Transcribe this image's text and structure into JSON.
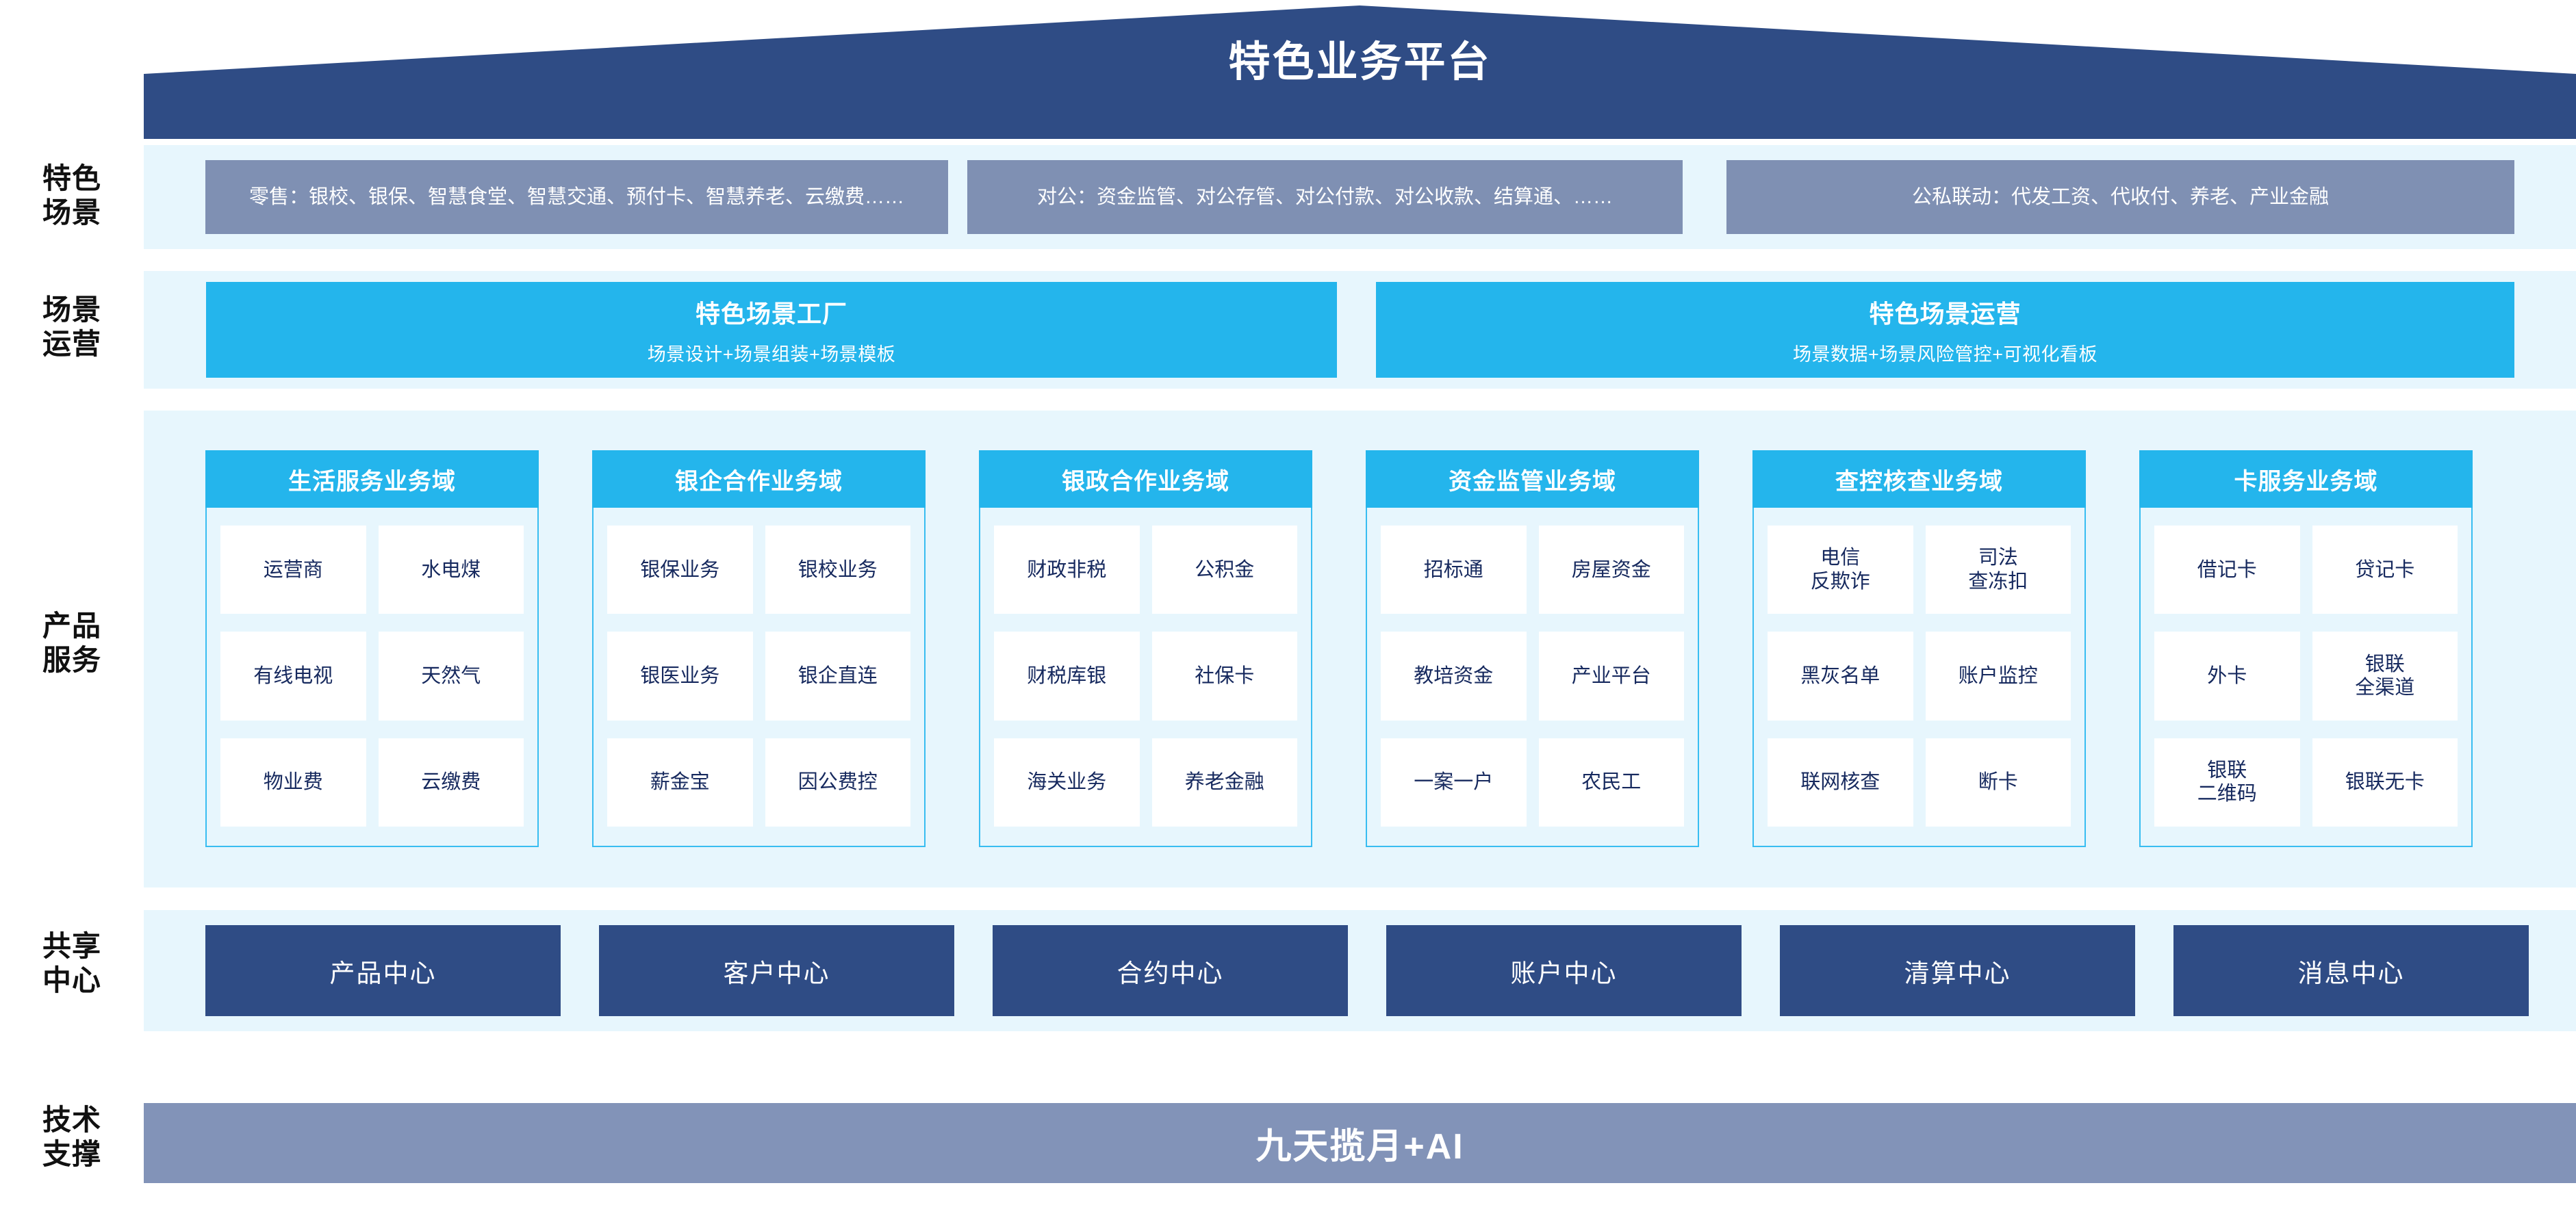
{
  "header": {
    "title": "特色业务平台",
    "roof_color": "#2f4c85"
  },
  "rail_labels": [
    {
      "text": "特色\n场景"
    },
    {
      "text": "场景\n运营"
    },
    {
      "text": "产品\n服务"
    },
    {
      "text": "共享\n中心"
    },
    {
      "text": "技术\n支撑"
    }
  ],
  "scenarios": {
    "band_color": "#e7f6fd",
    "box_color": "#7f90b3",
    "items": [
      {
        "label": "零售：银校、银保、智慧食堂、智慧交通、预付卡、智慧养老、云缴费……"
      },
      {
        "label": "对公：资金监管、对公存管、对公付款、对公收款、结算通、……"
      },
      {
        "label": "公私联动：代发工资、代收付、养老、产业金融"
      }
    ]
  },
  "scene_operations": {
    "bar_color": "#24b5ec",
    "items": [
      {
        "title": "特色场景工厂",
        "subtitle": "场景设计+场景组装+场景模板"
      },
      {
        "title": "特色场景运营",
        "subtitle": "场景数据+场景风险管控+可视化看板"
      }
    ]
  },
  "product_service": {
    "header_color": "#24b5ec",
    "body_color": "#e7f6fd",
    "text_color": "#16295e",
    "cards": [
      {
        "title": "生活服务业务域",
        "items": [
          "运营商",
          "水电煤",
          "有线电视",
          "天然气",
          "物业费",
          "云缴费"
        ]
      },
      {
        "title": "银企合作业务域",
        "items": [
          "银保业务",
          "银校业务",
          "银医业务",
          "银企直连",
          "薪金宝",
          "因公费控"
        ]
      },
      {
        "title": "银政合作业务域",
        "items": [
          "财政非税",
          "公积金",
          "财税库银",
          "社保卡",
          "海关业务",
          "养老金融"
        ]
      },
      {
        "title": "资金监管业务域",
        "items": [
          "招标通",
          "房屋资金",
          "教培资金",
          "产业平台",
          "一案一户",
          "农民工"
        ]
      },
      {
        "title": "查控核查业务域",
        "items": [
          "电信\n反欺诈",
          "司法\n查冻扣",
          "黑灰名单",
          "账户监控",
          "联网核查",
          "断卡"
        ]
      },
      {
        "title": "卡服务业务域",
        "items": [
          "借记卡",
          "贷记卡",
          "外卡",
          "银联\n全渠道",
          "银联\n二维码",
          "银联无卡"
        ]
      }
    ]
  },
  "shared_centers": {
    "box_color": "#2f4c85",
    "items": [
      {
        "label": "产品中心"
      },
      {
        "label": "客户中心"
      },
      {
        "label": "合约中心"
      },
      {
        "label": "账户中心"
      },
      {
        "label": "清算中心"
      },
      {
        "label": "消息中心"
      }
    ]
  },
  "tech_support": {
    "bar_color": "#8293b8",
    "label": "九天揽月+AI"
  }
}
